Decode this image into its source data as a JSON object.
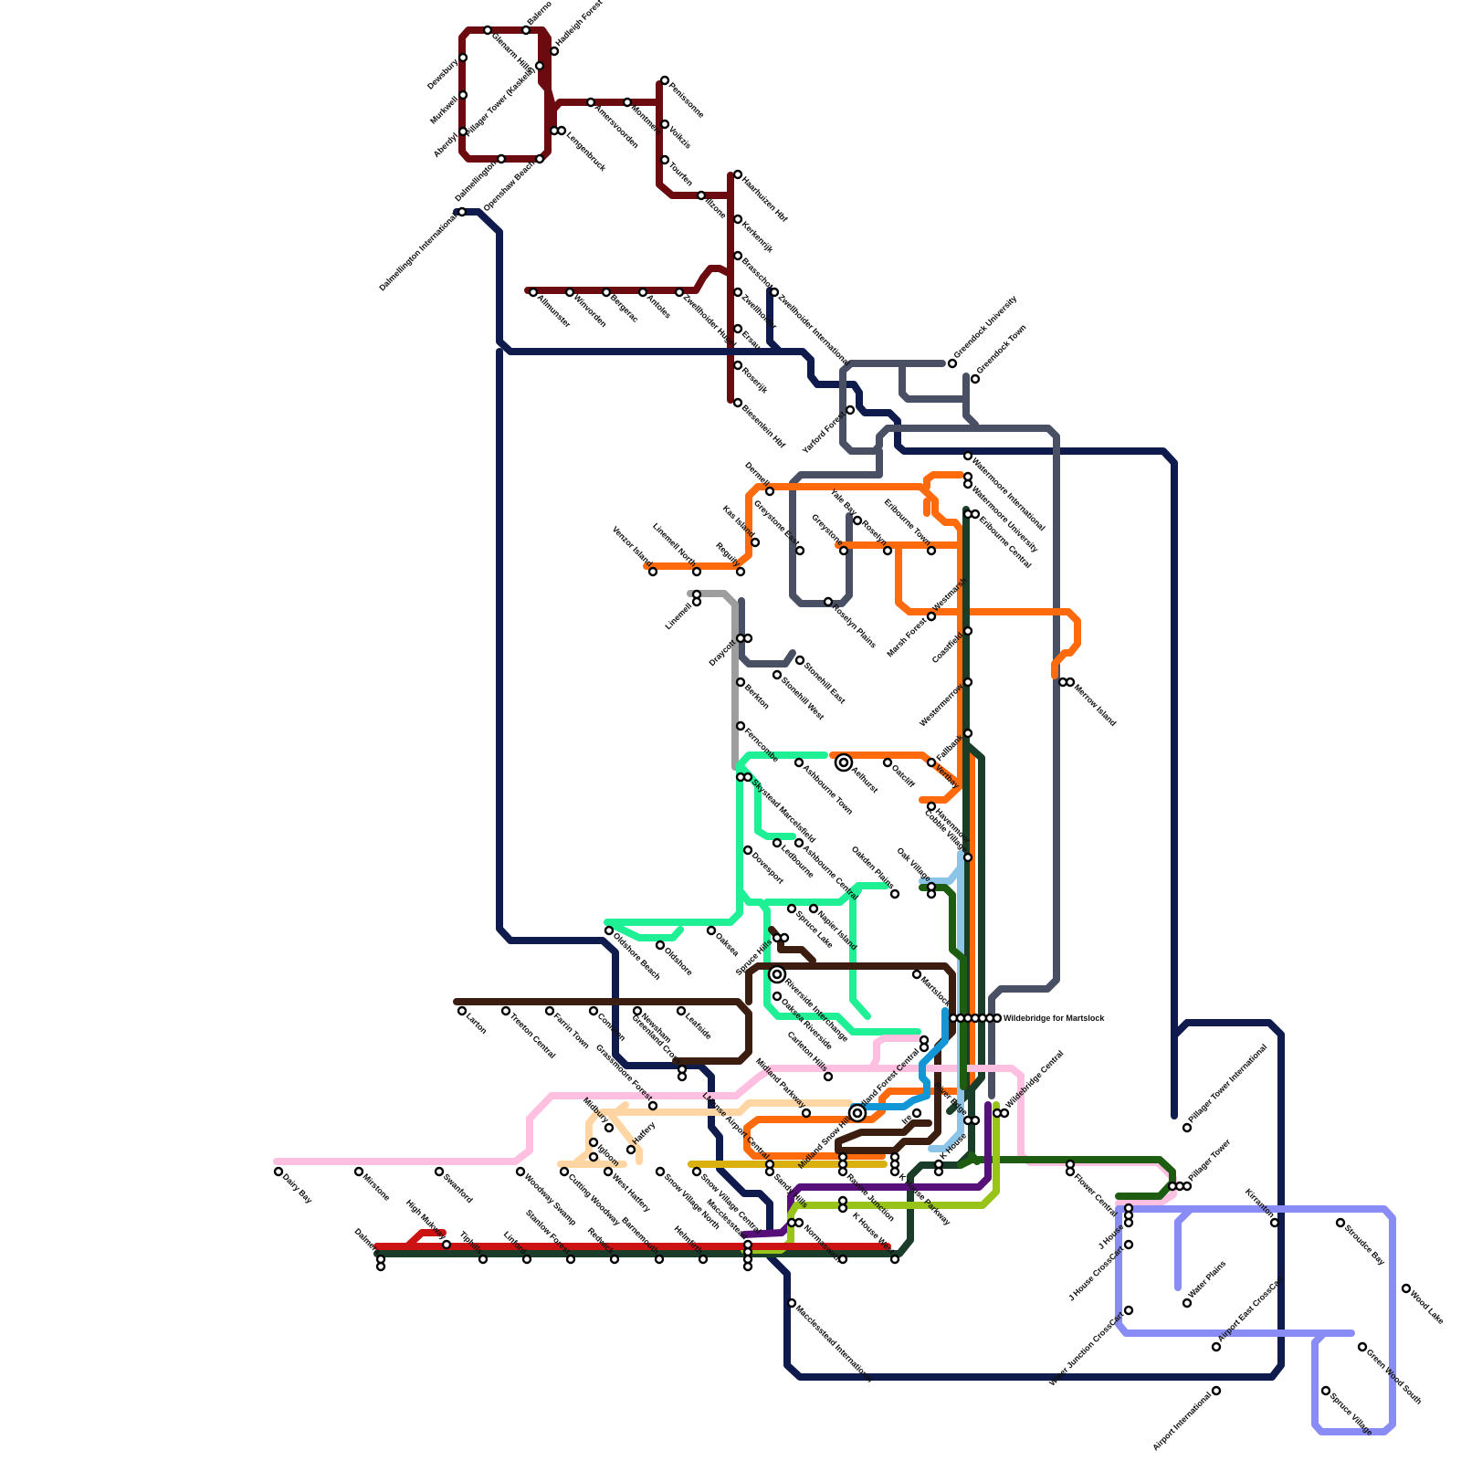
{
  "colors": {
    "maroon": "#6b0a0f",
    "navy": "#0f1b4c",
    "slate": "#4a5063",
    "orange": "#ff6a0d",
    "darkgreen": "#1a3d2a",
    "mint": "#1ff095",
    "brown": "#3b1e10",
    "pink": "#ffbfe0",
    "peach": "#ffd6a3",
    "grey": "#9e9e9e",
    "skyblue": "#8cc4e8",
    "blue": "#1296d6",
    "forest": "#1e5c12",
    "purple": "#57107a",
    "lime": "#98c41a",
    "gold": "#d9b00d",
    "red": "#cc1212",
    "lavender": "#8a8cf5"
  },
  "stations": [
    {
      "id": "balerno",
      "name": "Balerno"
    },
    {
      "id": "glenarm-hills",
      "name": "Glenarm Hills"
    },
    {
      "id": "hadleigh-forest",
      "name": "Hadleigh Forest"
    },
    {
      "id": "dewsbury",
      "name": "Dewsbury"
    },
    {
      "id": "murkwell",
      "name": "Murkwell"
    },
    {
      "id": "aberdyl",
      "name": "Aberdyl"
    },
    {
      "id": "pillager-tower-kaskela",
      "name": "Pillager Tower (Kaskela)"
    },
    {
      "id": "dalmellington",
      "name": "Dalmellington"
    },
    {
      "id": "openshaw-beach",
      "name": "Openshaw Beach"
    },
    {
      "id": "lengenbruck",
      "name": "Lengenbruck"
    },
    {
      "id": "amersvoorden",
      "name": "Amersvoorden"
    },
    {
      "id": "montmers",
      "name": "Montmers"
    },
    {
      "id": "penissonne",
      "name": "Penissonne"
    },
    {
      "id": "voikzis",
      "name": "Voikzis"
    },
    {
      "id": "tourfen",
      "name": "Tourfen"
    },
    {
      "id": "illzone",
      "name": "Illzone"
    },
    {
      "id": "haarhuizen-hbf",
      "name": "Haarhuizen Hbf"
    },
    {
      "id": "kerkenrijk",
      "name": "Kerkenrijk"
    },
    {
      "id": "brasschot",
      "name": "Brasschot"
    },
    {
      "id": "zwellhoider",
      "name": "Zwellhoider"
    },
    {
      "id": "ersau",
      "name": "Ersau"
    },
    {
      "id": "roserijk",
      "name": "Roserijk"
    },
    {
      "id": "biesenlein-hbf",
      "name": "Biesenlein Hbf"
    },
    {
      "id": "allmunster",
      "name": "Allmunster"
    },
    {
      "id": "winvorden",
      "name": "Winvorden"
    },
    {
      "id": "bergerac",
      "name": "Bergerac"
    },
    {
      "id": "antoles",
      "name": "Antoles"
    },
    {
      "id": "zwellhoider-hugel",
      "name": "Zwellhoider Hugel"
    },
    {
      "id": "zwellhoider-international",
      "name": "Zwellhoider International"
    },
    {
      "id": "dalmellington-international",
      "name": "Dalmellington International"
    },
    {
      "id": "greendock-university",
      "name": "Greendock University"
    },
    {
      "id": "greendock-town",
      "name": "Greendock Town"
    },
    {
      "id": "yarford-forest",
      "name": "Yarford Forest"
    },
    {
      "id": "watermoore-international",
      "name": "Watermoore International"
    },
    {
      "id": "watermoore-university",
      "name": "Watermoore University"
    },
    {
      "id": "dermell",
      "name": "Dermell"
    },
    {
      "id": "greystone-east",
      "name": "Greystone East"
    },
    {
      "id": "kas-island",
      "name": "Kas Island"
    },
    {
      "id": "yale-bay",
      "name": "Yale Bay"
    },
    {
      "id": "roselyn",
      "name": "Roselyn"
    },
    {
      "id": "eribourne-town",
      "name": "Eribourne Town"
    },
    {
      "id": "eribourne-central",
      "name": "Eribourne Central"
    },
    {
      "id": "greystone",
      "name": "Greystone"
    },
    {
      "id": "venzor-island",
      "name": "Venzor Island"
    },
    {
      "id": "linemell-north",
      "name": "Linemell North"
    },
    {
      "id": "reguity",
      "name": "Reguity"
    },
    {
      "id": "linemell",
      "name": "Linemell"
    },
    {
      "id": "roselyn-plains",
      "name": "Roselyn Plains"
    },
    {
      "id": "westmarsh",
      "name": "Westmarsh"
    },
    {
      "id": "marsh-forest",
      "name": "Marsh Forest"
    },
    {
      "id": "coastfield",
      "name": "Coastfield"
    },
    {
      "id": "draycott",
      "name": "Draycott"
    },
    {
      "id": "stonehill-east",
      "name": "Stonehill East"
    },
    {
      "id": "stonehill-west",
      "name": "Stonehill West"
    },
    {
      "id": "berkton",
      "name": "Berkton"
    },
    {
      "id": "merrow-island",
      "name": "Merrow Island"
    },
    {
      "id": "westermerrow",
      "name": "Westermerrow"
    },
    {
      "id": "ferncombe",
      "name": "Ferncombe"
    },
    {
      "id": "fallbank",
      "name": "Fallbank"
    },
    {
      "id": "ashbourne-town",
      "name": "Ashbourne Town"
    },
    {
      "id": "aelhurst",
      "name": "Aelhurst"
    },
    {
      "id": "oatcliff",
      "name": "Oatcliff"
    },
    {
      "id": "vertbay",
      "name": "Vertbay"
    },
    {
      "id": "skystead-marcelsfield",
      "name": "Skystead Marcelsfield"
    },
    {
      "id": "havenmoor",
      "name": "Havenmoor"
    },
    {
      "id": "cobble-village",
      "name": "Cobble Village"
    },
    {
      "id": "ledbourne",
      "name": "Ledbourne"
    },
    {
      "id": "ashbourne-central",
      "name": "Ashbourne Central"
    },
    {
      "id": "dovesport",
      "name": "Dovesport"
    },
    {
      "id": "oakden-plains",
      "name": "Oakden Plains"
    },
    {
      "id": "oak-village",
      "name": "Oak Village"
    },
    {
      "id": "spruce-lake",
      "name": "Spruce Lake"
    },
    {
      "id": "napier-island",
      "name": "Napier Island"
    },
    {
      "id": "oldshore-beach",
      "name": "Oldshore Beach"
    },
    {
      "id": "oaksea",
      "name": "Oaksea"
    },
    {
      "id": "oldshore",
      "name": "Oldshore"
    },
    {
      "id": "spruce-hills",
      "name": "Spruce Hills"
    },
    {
      "id": "riverside-interchange",
      "name": "Riverside Interchange"
    },
    {
      "id": "martslock",
      "name": "Martslock"
    },
    {
      "id": "oaksea-riverside",
      "name": "Oaksea Riverside"
    },
    {
      "id": "larton",
      "name": "Larton"
    },
    {
      "id": "treeton-central",
      "name": "Treeton Central"
    },
    {
      "id": "farrin-town",
      "name": "Farrin Town"
    },
    {
      "id": "coniston",
      "name": "Coniston"
    },
    {
      "id": "newsham",
      "name": "Newsham"
    },
    {
      "id": "leafside",
      "name": "Leafside"
    },
    {
      "id": "greenland-cross",
      "name": "Greenland Cross"
    },
    {
      "id": "wildebridge-for-martslock",
      "name": "Wildebridge for Martslock"
    },
    {
      "id": "carleton-hills",
      "name": "Carleton Hills"
    },
    {
      "id": "midland-forest-central",
      "name": "Midland Forest Central"
    },
    {
      "id": "grassmoore-forest",
      "name": "Grassmoore Forest"
    },
    {
      "id": "midland-parkway",
      "name": "Midland Parkway"
    },
    {
      "id": "midland-snow-hill",
      "name": "Midland Snow Hill"
    },
    {
      "id": "ire",
      "name": "Ire"
    },
    {
      "id": "river-edge",
      "name": "River Edge"
    },
    {
      "id": "wildebridge-central",
      "name": "Wildebridge Central"
    },
    {
      "id": "pillager-tower-international",
      "name": "Pillager Tower International"
    },
    {
      "id": "midbury",
      "name": "Midbury"
    },
    {
      "id": "hatfery",
      "name": "Hatfery"
    },
    {
      "id": "igloom",
      "name": "Igloom"
    },
    {
      "id": "k-house",
      "name": "K House"
    },
    {
      "id": "dairy-bay",
      "name": "Dairy Bay"
    },
    {
      "id": "mirstone",
      "name": "Mirstone"
    },
    {
      "id": "swanford",
      "name": "Swanford"
    },
    {
      "id": "woodway-swamp",
      "name": "Woodway Swamp"
    },
    {
      "id": "cutting-woodway",
      "name": "Cutting Woodway"
    },
    {
      "id": "west-hatfery",
      "name": "West Hatfery"
    },
    {
      "id": "snow-village-north",
      "name": "Snow Village North"
    },
    {
      "id": "snow-village-central",
      "name": "Snow Village Central"
    },
    {
      "id": "lmanse-airport-central",
      "name": "LManse Airport Central"
    },
    {
      "id": "sandy-hills",
      "name": "Sandy Hills"
    },
    {
      "id": "ravine-junction",
      "name": "Ravine Junction"
    },
    {
      "id": "k-house-parkway",
      "name": "K House Parkway"
    },
    {
      "id": "flower-central",
      "name": "Flower Central"
    },
    {
      "id": "pillager-tower",
      "name": "Pillager Tower"
    },
    {
      "id": "j-house",
      "name": "J House"
    },
    {
      "id": "kirranton",
      "name": "Kirranton"
    },
    {
      "id": "stroudce-bay",
      "name": "Stroudce Bay"
    },
    {
      "id": "high-mukway",
      "name": "High Mukway"
    },
    {
      "id": "dalmera",
      "name": "Dalmera"
    },
    {
      "id": "tiphills",
      "name": "Tiphills"
    },
    {
      "id": "linford",
      "name": "Linford"
    },
    {
      "id": "stanlow-forest",
      "name": "Stanlow Forest"
    },
    {
      "id": "redwick",
      "name": "Redwick"
    },
    {
      "id": "barnemouth",
      "name": "Barnemouth"
    },
    {
      "id": "helmfirth",
      "name": "Helmfirth"
    },
    {
      "id": "macclesstead",
      "name": "Macclesstead"
    },
    {
      "id": "normaswath",
      "name": "Normaswath"
    },
    {
      "id": "k-house-west",
      "name": "K House West"
    },
    {
      "id": "j-house-crosscart",
      "name": "J House CrossCart"
    },
    {
      "id": "water-plains",
      "name": "Water Plains"
    },
    {
      "id": "wood-lake",
      "name": "Wood Lake"
    },
    {
      "id": "water-junction-crosscart",
      "name": "Water Junction CrossCart"
    },
    {
      "id": "airport-east-crosscart",
      "name": "Airport East CrossCart"
    },
    {
      "id": "green-wood-south",
      "name": "Green Wood South"
    },
    {
      "id": "macclesstead-international",
      "name": "Macclesstead International"
    },
    {
      "id": "spruce-village",
      "name": "Spruce Village"
    },
    {
      "id": "airport-international",
      "name": "Airport International"
    }
  ]
}
